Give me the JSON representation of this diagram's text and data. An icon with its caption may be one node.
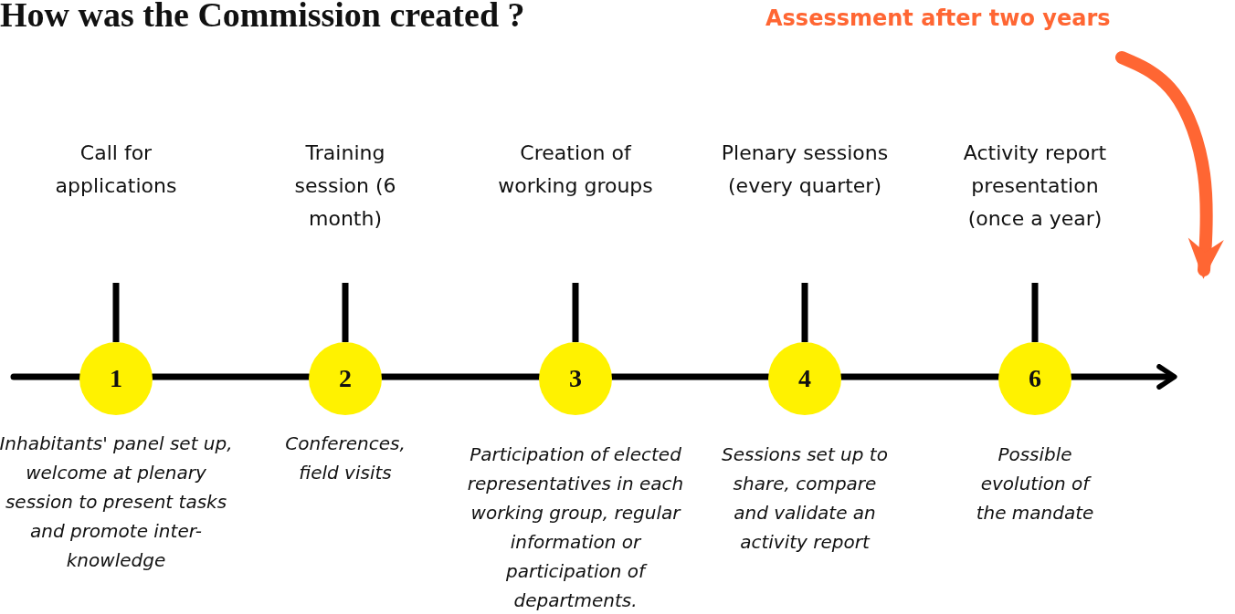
{
  "diagram": {
    "title": "How was the Commission created ?",
    "nodes": [
      {
        "text": [
          "1"
        ],
        "beside": [
          "Inhabitants' panel set up, welcome at plenary session to present tasks and promote inter-knowledge"
        ]
      },
      {
        "text": [
          "2"
        ],
        "beside": [
          "Conferences, field visits"
        ]
      },
      {
        "text": [
          "3"
        ],
        "beside": [
          "Participation of elected representatives in each working group, regular information or participation of departments."
        ]
      },
      {
        "text": [
          "4"
        ],
        "beside": [
          "Sessions set up to share, compare and validate an activity report"
        ]
      },
      {
        "text": [
          "6"
        ],
        "beside": [
          "Possible evolution of the mandate"
        ]
      },
      {
        "text": [
          "Assessment after two years"
        ]
      }
    ],
    "edges": [
      {
        "from": null,
        "to": 0,
        "arrow": "none"
      },
      {
        "from": 0,
        "to": 1,
        "arrow": "none"
      },
      {
        "from": 1,
        "to": 2,
        "arrow": "none"
      },
      {
        "from": 2,
        "to": 3,
        "arrow": "none"
      },
      {
        "from": 3,
        "to": 4,
        "arrow": "none"
      },
      {
        "from": 4,
        "to": null,
        "arrow": "to"
      },
      {
        "from": 5,
        "to": null,
        "arrow": "to",
        "style": "thick",
        "color": "#ff6633"
      }
    ],
    "labels": [
      "Call for applications",
      "Training session (6 month)",
      "Creation of working groups",
      "Plenary sessions (every quarter)",
      "Activity report presentation (once a year)"
    ]
  }
}
